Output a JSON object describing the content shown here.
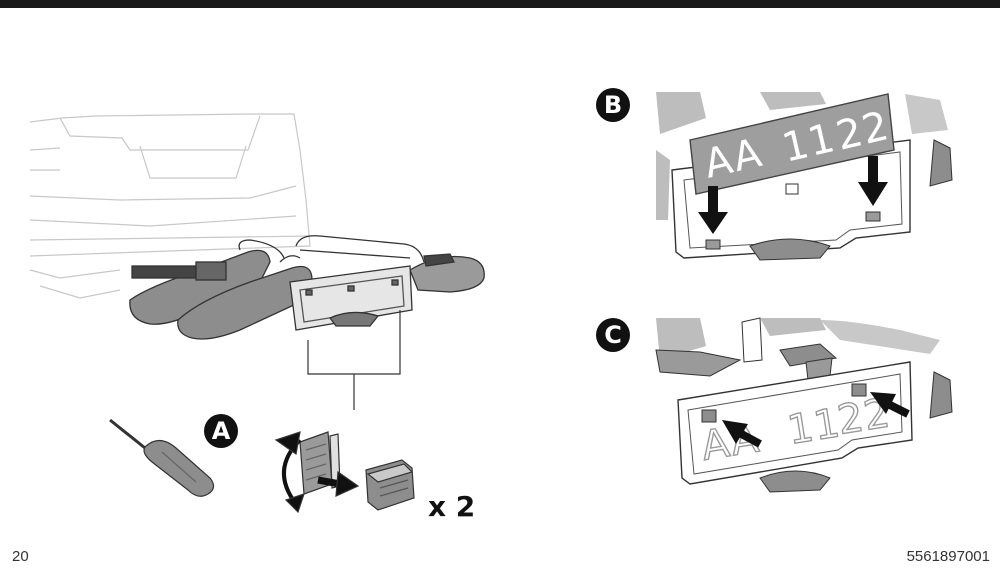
{
  "page": {
    "page_number": "20",
    "document_number": "5561897001"
  },
  "steps": {
    "a": "A",
    "b": "B",
    "c": "C"
  },
  "quantity_label": "x 2",
  "plate": {
    "text_left": "AA",
    "text_mid": "11",
    "text_right": "22"
  }
}
